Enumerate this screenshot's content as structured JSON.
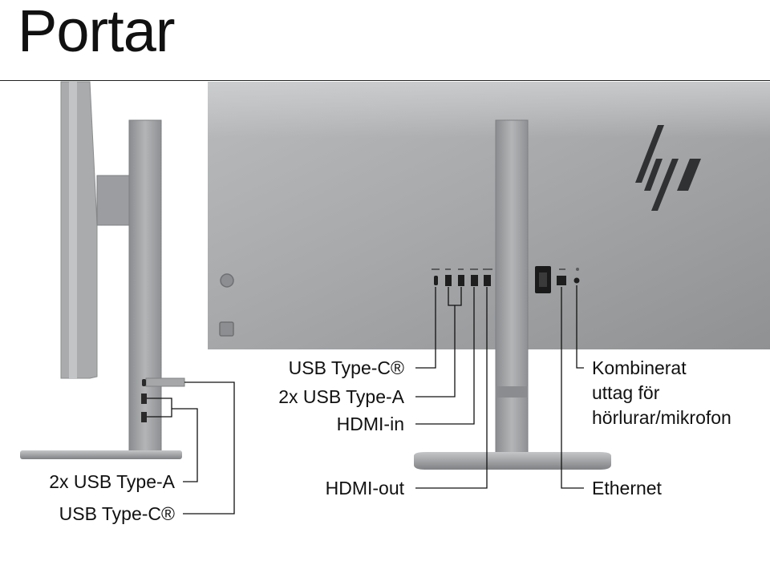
{
  "title": "Portar",
  "colors": {
    "panel": "#a3a5a7",
    "stand": "#9a9c9f",
    "line": "#111111"
  },
  "logo": {
    "brand": "hp"
  },
  "side_view": {
    "labels": {
      "usb_a": "2x USB Type-A",
      "usb_c": "USB Type-C®"
    }
  },
  "back_view": {
    "labels": {
      "usb_c": "USB Type-C®",
      "usb_a": "2x USB Type-A",
      "hdmi_in": "HDMI-in",
      "hdmi_out": "HDMI-out",
      "audio_line1": "Kombinerat",
      "audio_line2": "uttag för",
      "audio_line3": "hörlurar/mikrofon",
      "ethernet": "Ethernet"
    }
  }
}
